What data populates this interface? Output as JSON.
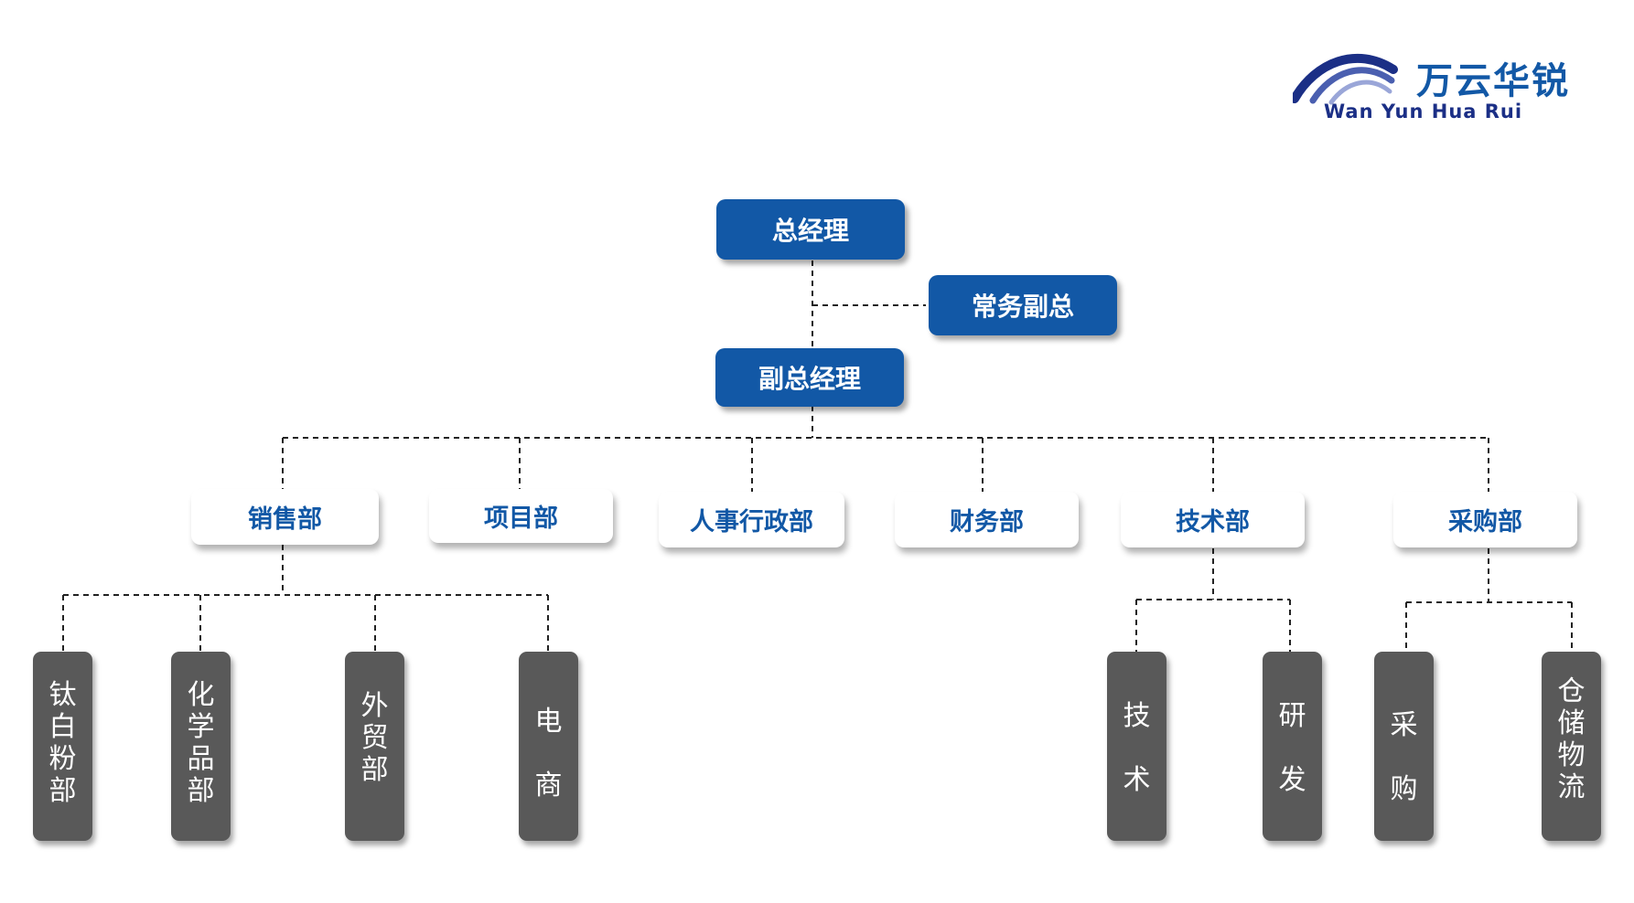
{
  "logo": {
    "name": "万云华锐",
    "subtitle": "Wan Yun Hua Rui"
  },
  "org": {
    "gm": "总经理",
    "exec_vp": "常务副总",
    "vp": "副总经理",
    "departments": [
      "销售部",
      "项目部",
      "人事行政部",
      "财务部",
      "技术部",
      "采购部"
    ],
    "sales_units": [
      "钛白粉部",
      "化学品部",
      "外贸部",
      "电商"
    ],
    "tech_units": [
      "技术",
      "研发"
    ],
    "purchase_units": [
      "采购",
      "仓储物流"
    ]
  }
}
